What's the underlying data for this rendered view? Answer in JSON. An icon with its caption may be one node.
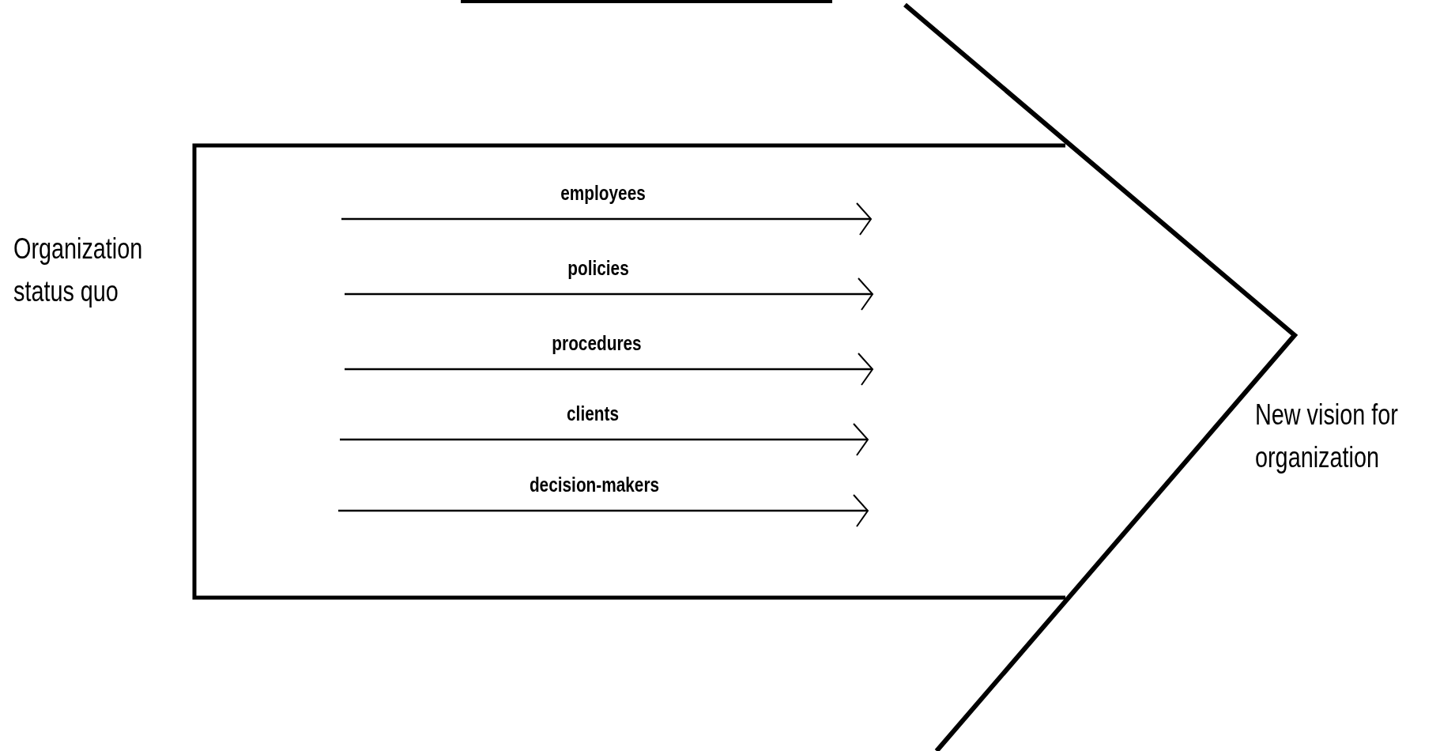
{
  "diagram": {
    "labels": [
      "Organization status quo",
      "employees",
      "policies",
      "procedures",
      "clients",
      "decision-makers",
      "New vision for organization"
    ]
  }
}
